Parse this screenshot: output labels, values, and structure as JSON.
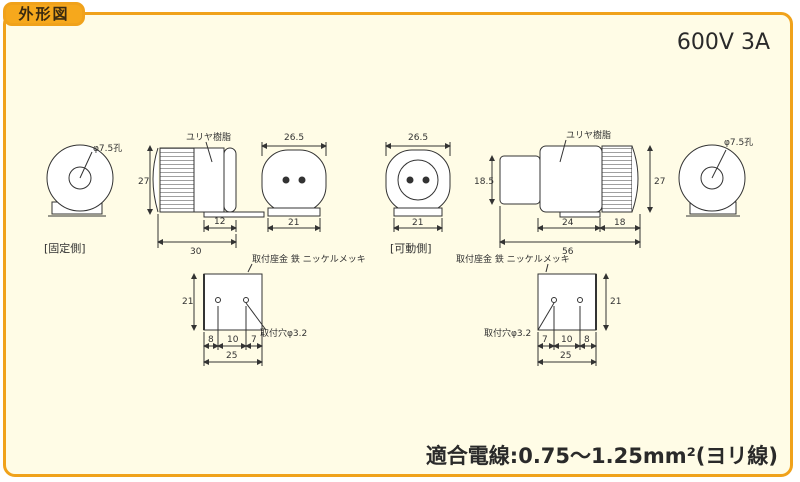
{
  "tab_label": "外形図",
  "spec": "600V 3A",
  "wire_spec": "適合電線:0.75〜1.25mm²(ヨリ線)",
  "fixed": {
    "caption": "[固定側]",
    "hole_label": "φ7.5孔",
    "material_label": "ユリヤ樹脂",
    "dim_height": "27",
    "dim_width_round": "26.5",
    "dim_12": "12",
    "dim_30": "30",
    "dim_21": "21"
  },
  "movable": {
    "caption": "[可動側]",
    "hole_label": "φ7.5孔",
    "material_label": "ユリヤ樹脂",
    "dim_width_round": "26.5",
    "dim_21": "21",
    "dim_185": "18.5",
    "dim_27": "27",
    "dim_24": "24",
    "dim_18": "18",
    "dim_56": "56"
  },
  "bracket_left": {
    "material_label": "取付座金 鉄 ニッケルメッキ",
    "hole_label": "取付穴φ3.2",
    "dim_21": "21",
    "dim_8": "8",
    "dim_10": "10",
    "dim_7": "7",
    "dim_25": "25"
  },
  "bracket_right": {
    "material_label": "取付座金 鉄 ニッケルメッキ",
    "hole_label": "取付穴φ3.2",
    "dim_21": "21",
    "dim_7": "7",
    "dim_10": "10",
    "dim_8": "8",
    "dim_25": "25"
  }
}
